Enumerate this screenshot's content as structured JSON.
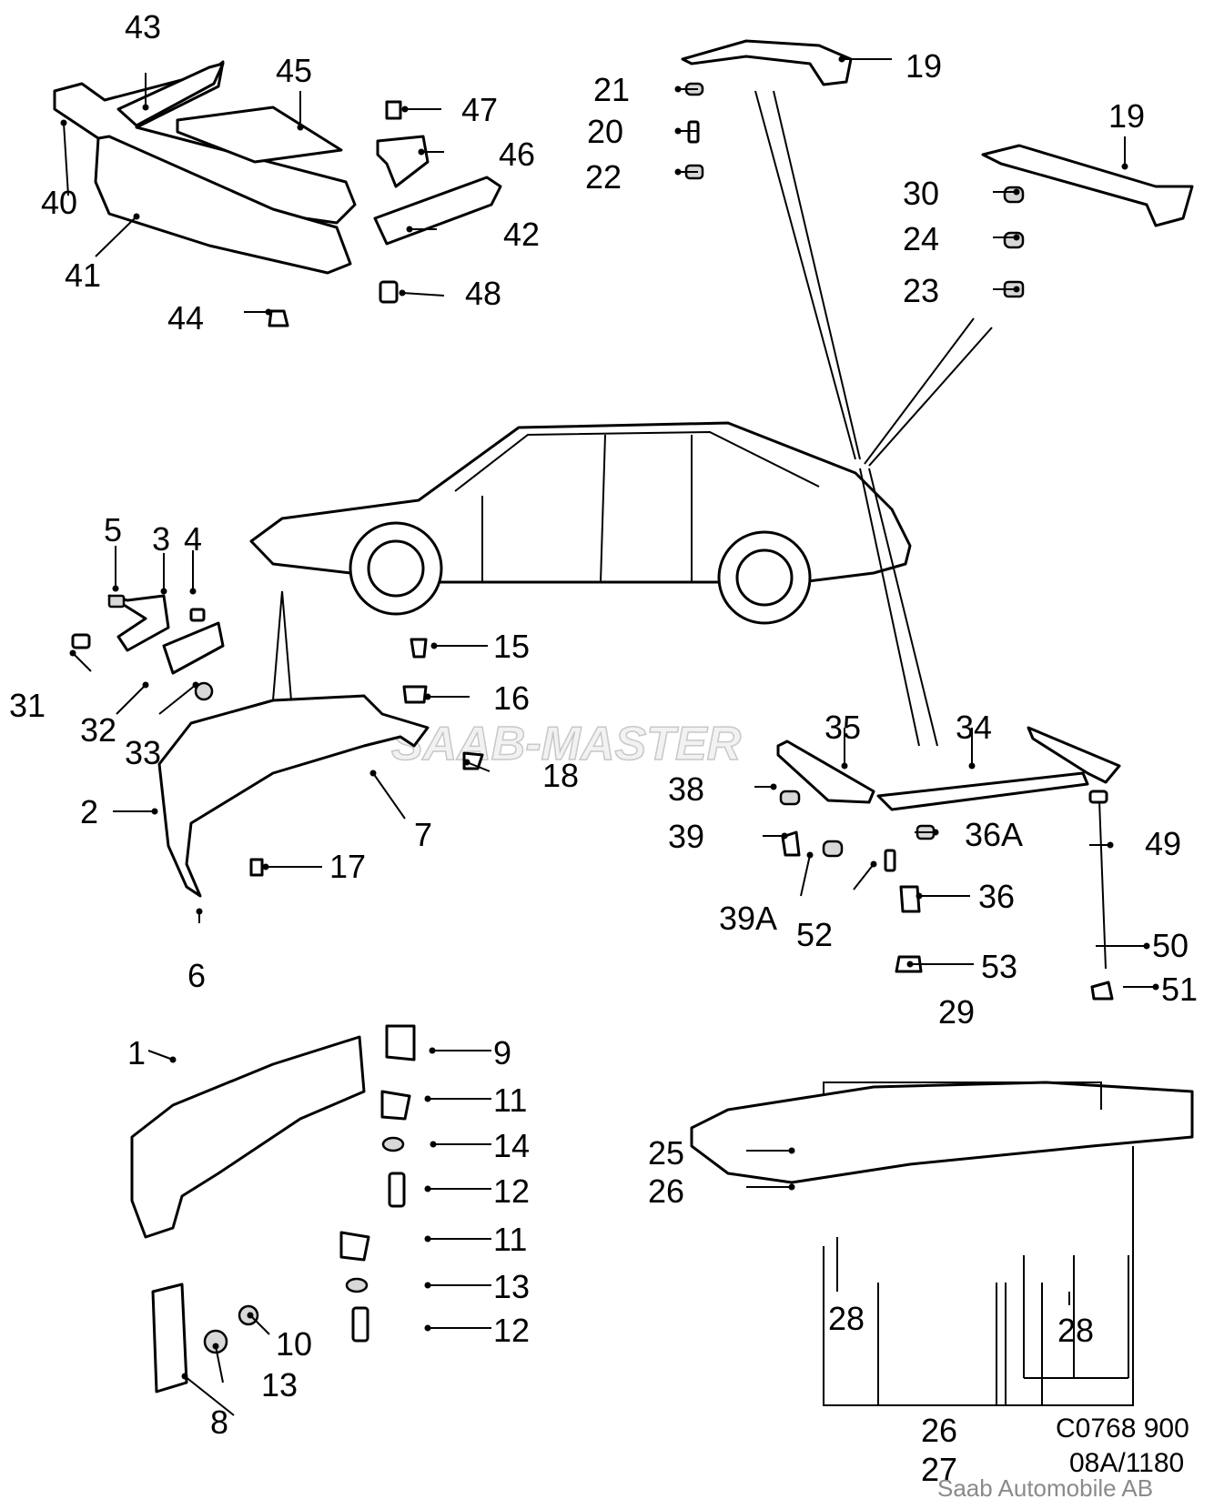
{
  "watermark": "SAAB-MASTER",
  "drawing_code": "C0768 900",
  "revision": "08A/1180",
  "maker": "Saab Automobile AB",
  "labels": [
    "43",
    "45",
    "47",
    "46",
    "40",
    "41",
    "42",
    "44",
    "48",
    "19",
    "21",
    "20",
    "22",
    "30",
    "24",
    "23",
    "5",
    "3",
    "4",
    "15",
    "31",
    "16",
    "32",
    "33",
    "35",
    "34",
    "18",
    "38",
    "36A",
    "2",
    "7",
    "49",
    "39",
    "17",
    "36",
    "39A",
    "52",
    "50",
    "6",
    "53",
    "51",
    "29",
    "1",
    "9",
    "11",
    "14",
    "12",
    "25",
    "26",
    "13",
    "10",
    "28",
    "27"
  ]
}
